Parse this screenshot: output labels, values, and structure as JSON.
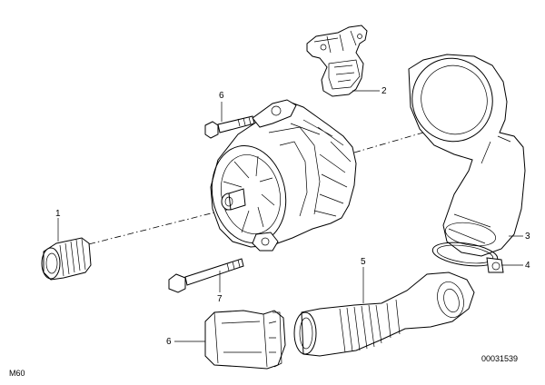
{
  "labels": {
    "p1": "1",
    "p2": "2",
    "p3": "3",
    "p4": "4",
    "p5": "5",
    "p6a": "6",
    "p6b": "6",
    "p7": "7"
  },
  "corner": {
    "model": "M60",
    "doc_number": "00031539"
  }
}
